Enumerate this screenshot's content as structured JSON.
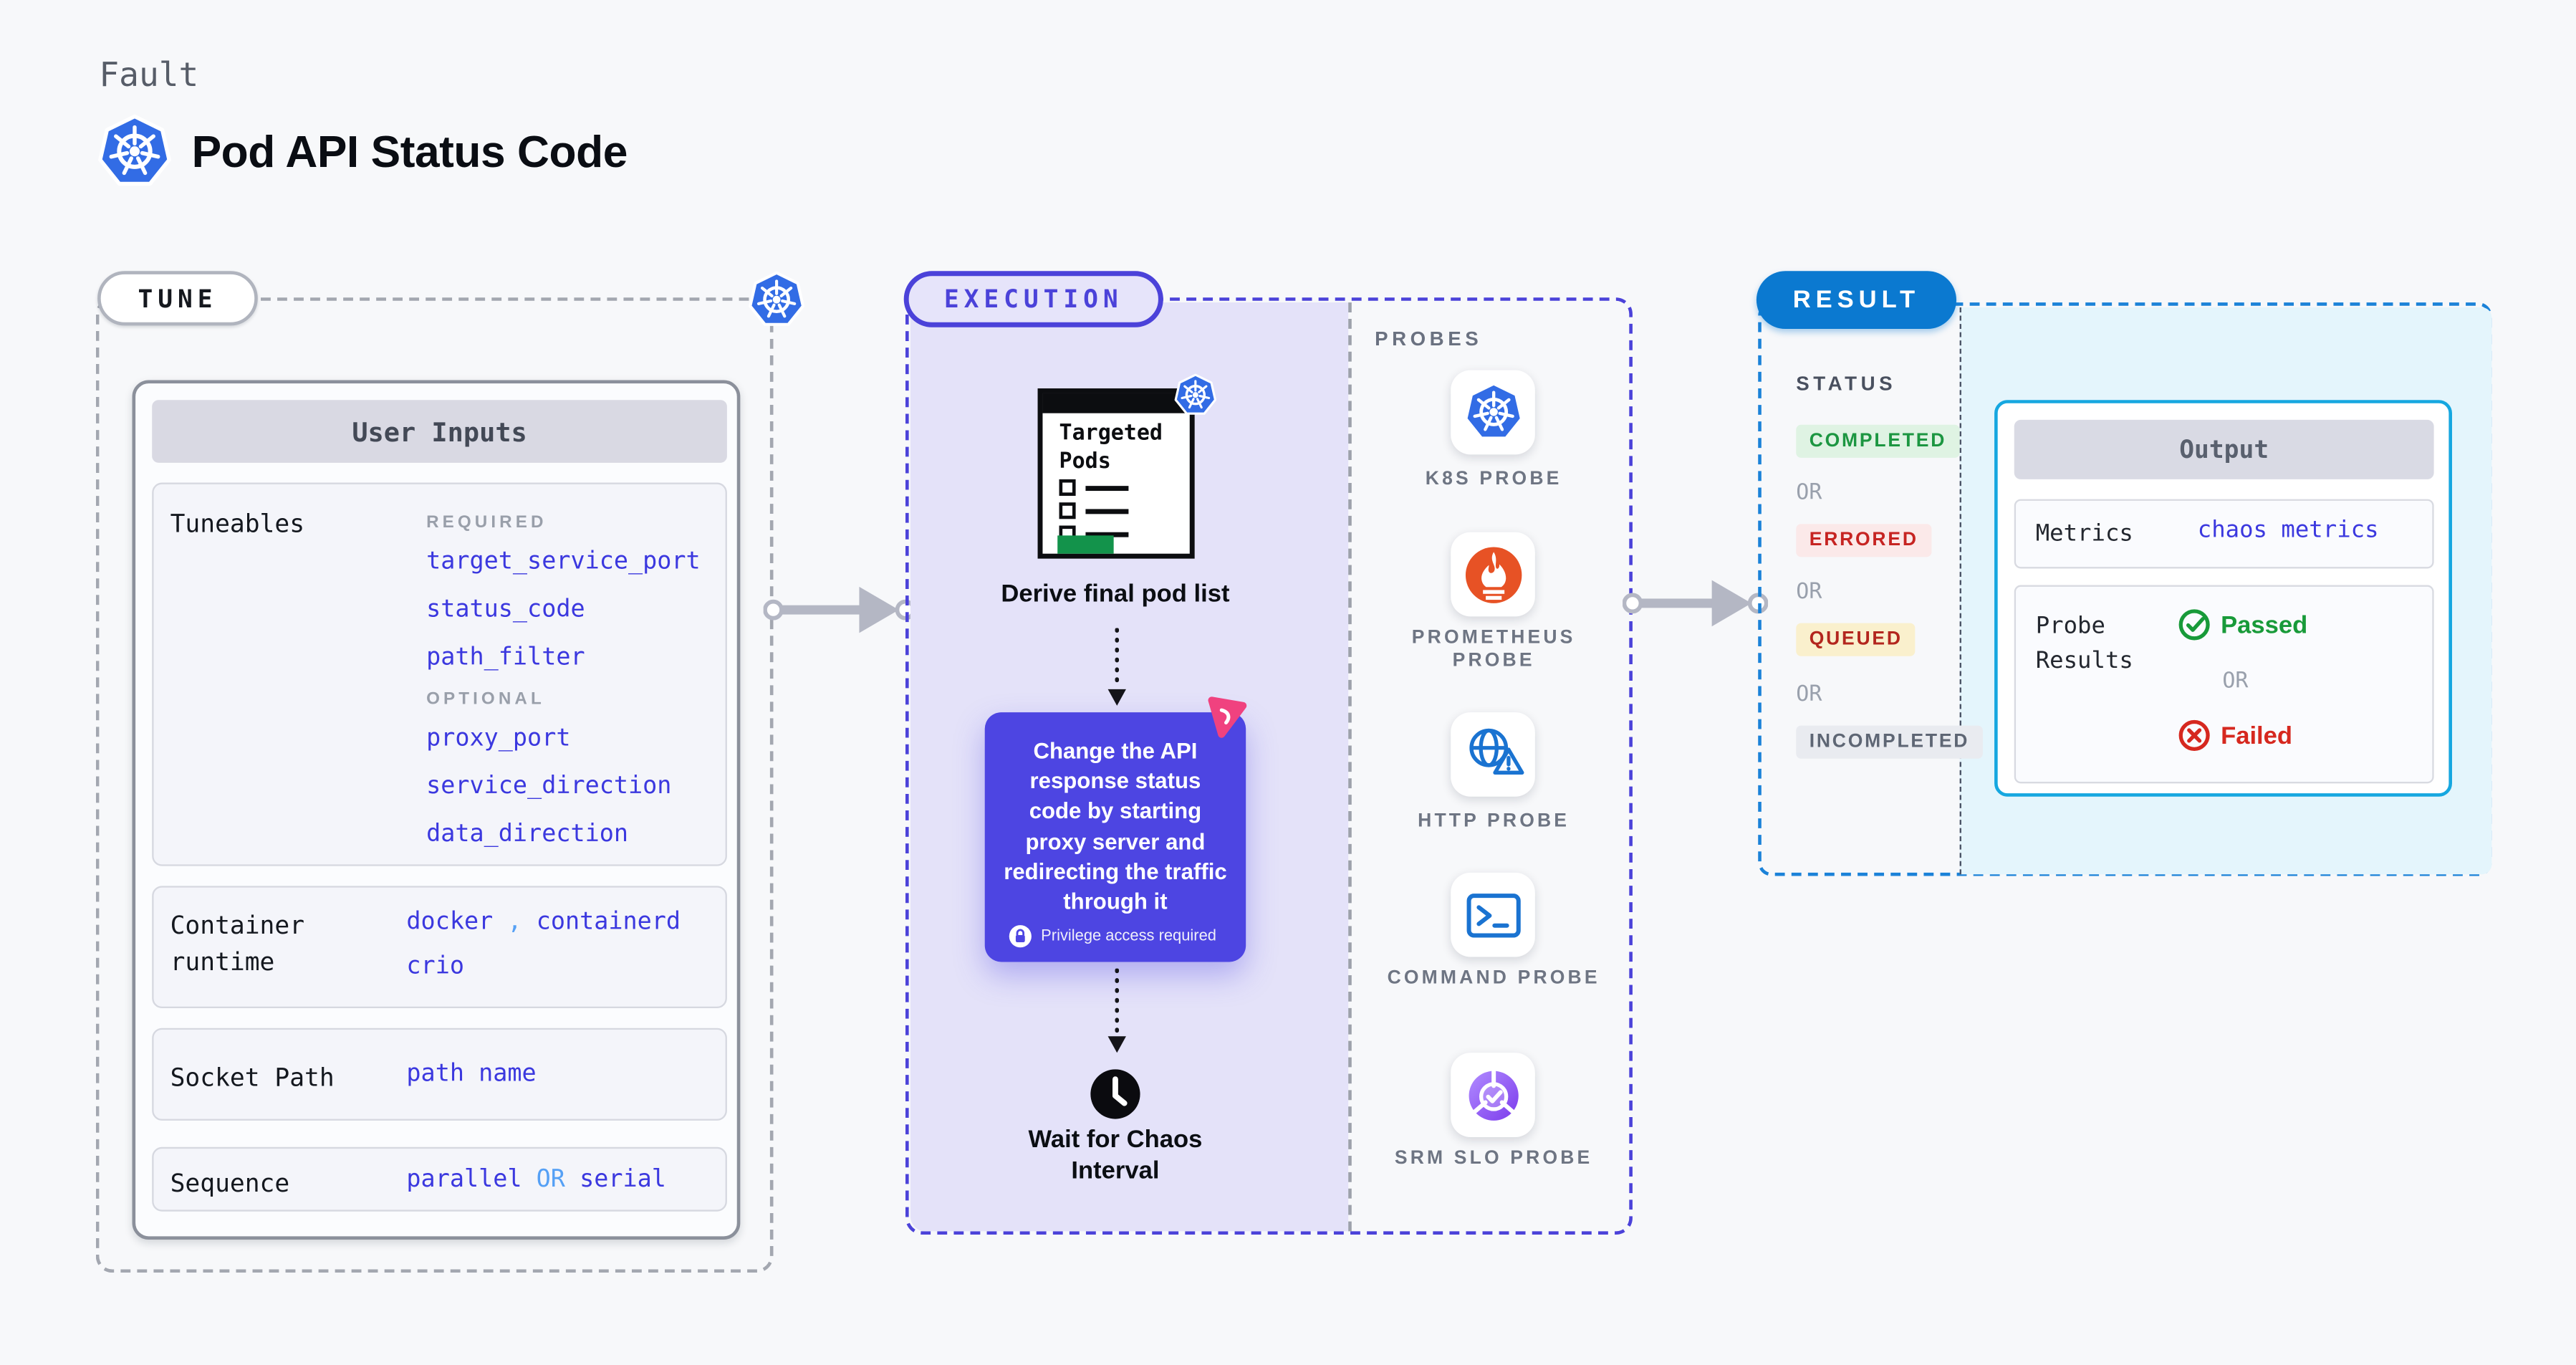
{
  "title_block": {
    "category": "Fault",
    "title": "Pod API Status Code"
  },
  "tune": {
    "pill": "TUNE",
    "user_inputs": {
      "title": "User Inputs",
      "tuneables": {
        "label": "Tuneables",
        "required_heading": "REQUIRED",
        "required": [
          "target_service_port",
          "status_code",
          "path_filter"
        ],
        "optional_heading": "OPTIONAL",
        "optional": [
          "proxy_port",
          "service_direction",
          "data_direction"
        ]
      },
      "container_runtime": {
        "label": "Container runtime",
        "value_1": "docker",
        "separator": ",",
        "value_2": "containerd",
        "value_3": "crio"
      },
      "socket_path": {
        "label": "Socket Path",
        "value": "path name"
      },
      "sequence": {
        "label": "Sequence",
        "value_1": "parallel",
        "or": "OR",
        "value_2": "serial"
      }
    }
  },
  "execution": {
    "pill": "EXECUTION",
    "pod_list_doc": {
      "title": "Targeted Pods"
    },
    "derive_caption": "Derive final pod list",
    "fault_callout": {
      "text": "Change the API response status code by starting proxy server and redirecting the traffic through it",
      "privilege_note": "Privilege access required"
    },
    "wait_caption": "Wait for Chaos Interval"
  },
  "probes": {
    "heading": "PROBES",
    "items": [
      {
        "label": "K8S PROBE",
        "icon": "kubernetes-icon"
      },
      {
        "label": "PROMETHEUS PROBE",
        "icon": "prometheus-icon"
      },
      {
        "label": "HTTP PROBE",
        "icon": "http-globe-warning-icon"
      },
      {
        "label": "COMMAND PROBE",
        "icon": "terminal-icon"
      },
      {
        "label": "SRM SLO PROBE",
        "icon": "slo-pie-check-icon"
      }
    ]
  },
  "result": {
    "pill": "RESULT",
    "status_heading": "STATUS",
    "or_label": "OR",
    "statuses": [
      "COMPLETED",
      "ERRORED",
      "QUEUED",
      "INCOMPLETED"
    ],
    "output": {
      "title": "Output",
      "metrics_label": "Metrics",
      "metrics_value": "chaos metrics",
      "probe_results_label": "Probe Results",
      "passed_label": "Passed",
      "or_label": "OR",
      "failed_label": "Failed"
    }
  },
  "colors": {
    "page_background": "#F7F8FA",
    "kubernetes_blue": "#326CE5",
    "tune_gray_dash": "#A3A7B0",
    "execution_indigo": "#4B42D9",
    "execution_lavender": "#E4E2F9",
    "callout_purple": "#4D45E2",
    "litmus_pink": "#F0427F",
    "result_blue": "#0B79D0",
    "result_cyan_bg": "#E4F5FC",
    "output_cyan_border": "#16A7E0",
    "value_indigo": "#3B38DF",
    "value_light_blue": "#55A0F5",
    "completed_green": "#1C9641",
    "errored_red": "#C62422",
    "queued_text_red": "#B3261E",
    "incompleted_gray": "#5E6674",
    "passed_green": "#189A39",
    "failed_red": "#D6281F",
    "prometheus_orange": "#E75225",
    "doc_green_bar": "#13934B",
    "arrow_gray": "#B4B7C4"
  }
}
